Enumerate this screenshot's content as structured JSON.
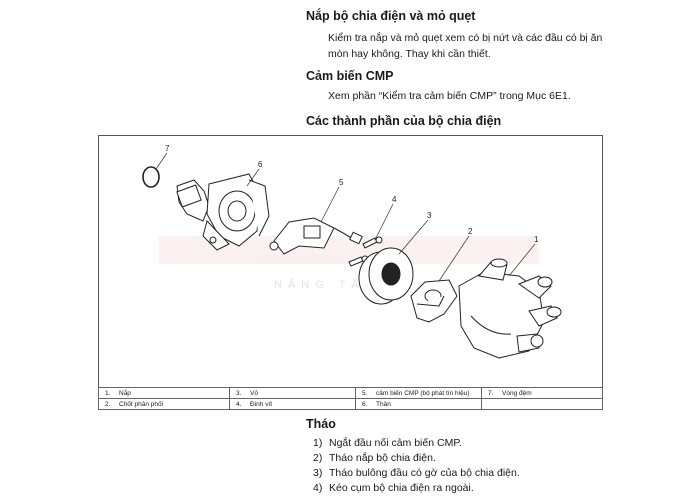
{
  "sections": {
    "cap_rotor": {
      "title": "Nắp bộ chia điện và mỏ quẹt",
      "body_lines": [
        "Kiểm tra nắp và mỏ quẹt xem có bị nứt và các đầu có bị ăn",
        "mòn hay không. Thay khi cần thiết."
      ]
    },
    "cmp": {
      "title": "Cảm biến CMP",
      "body": "Xem phần “Kiểm tra cảm biến CMP” trong Mục 6E1."
    },
    "components": {
      "title": "Các thành phần của bộ chia điện"
    },
    "removal": {
      "title": "Tháo",
      "steps": [
        {
          "n": "1)",
          "text": "Ngắt đầu nối cảm biến CMP."
        },
        {
          "n": "2)",
          "text": "Tháo nắp bộ chia điện."
        },
        {
          "n": "3)",
          "text": "Tháo bulông đầu có gờ của bộ chia điện."
        },
        {
          "n": "4)",
          "text": "Kéo cụm bộ chia điện ra ngoài."
        }
      ]
    }
  },
  "figure": {
    "callouts": [
      "1",
      "2",
      "3",
      "4",
      "5",
      "6",
      "7"
    ],
    "watermark_text": "NÂNG TẦM"
  },
  "legend": [
    [
      {
        "n": "1.",
        "t": "Nắp"
      },
      {
        "n": "3.",
        "t": "Vỏ"
      },
      {
        "n": "5.",
        "t": "cảm biến CMP (bộ phát tín hiệu)"
      },
      {
        "n": "7.",
        "t": "Vòng đệm"
      }
    ],
    [
      {
        "n": "2.",
        "t": "Chốt phân phối"
      },
      {
        "n": "4.",
        "t": "Đinh vít"
      },
      {
        "n": "6.",
        "t": "Thân"
      },
      {
        "n": "",
        "t": ""
      }
    ]
  ],
  "colors": {
    "text": "#1a1a1a",
    "border": "#555555",
    "watermark": "#e8b4b4"
  }
}
